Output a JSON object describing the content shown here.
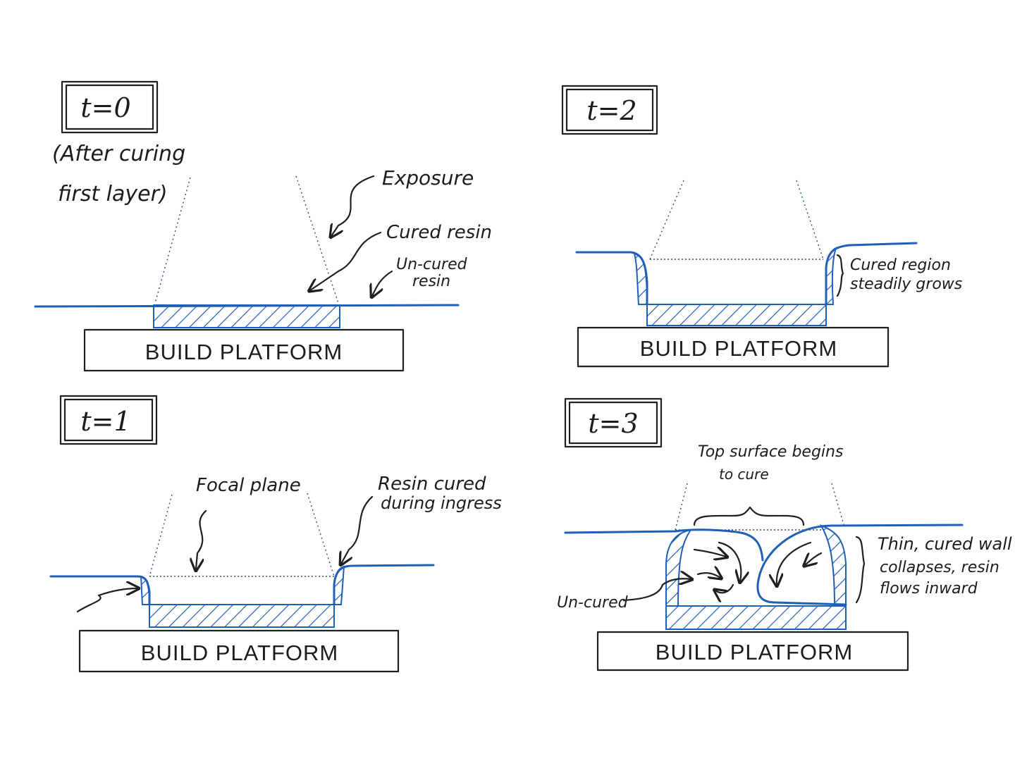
{
  "panels": {
    "t0": {
      "label": "t=0",
      "note_line1": "(After curing",
      "note_line2": "first layer)",
      "exposure": "Exposure",
      "cured_resin": "Cured resin",
      "uncured_line1": "Un-cured",
      "uncured_line2": "resin",
      "platform": "BUILD PLATFORM"
    },
    "t1": {
      "label": "t=1",
      "focal_plane": "Focal plane",
      "ingress_line1": "Resin cured",
      "ingress_line2": "during ingress",
      "platform": "BUILD PLATFORM"
    },
    "t2": {
      "label": "t=2",
      "grows_line1": "Cured region",
      "grows_line2": "steadily grows",
      "platform": "BUILD PLATFORM"
    },
    "t3": {
      "label": "t=3",
      "top_line1": "Top surface begins",
      "top_line2": "to cure",
      "collapse_line1": "Thin, cured wall",
      "collapse_line2": "collapses, resin",
      "collapse_line3": "flows inward",
      "uncured": "Un-cured",
      "platform": "BUILD PLATFORM"
    }
  },
  "colors": {
    "resin": "#1f5fb8",
    "ink": "#1f1f1f",
    "background": "#ffffff"
  }
}
